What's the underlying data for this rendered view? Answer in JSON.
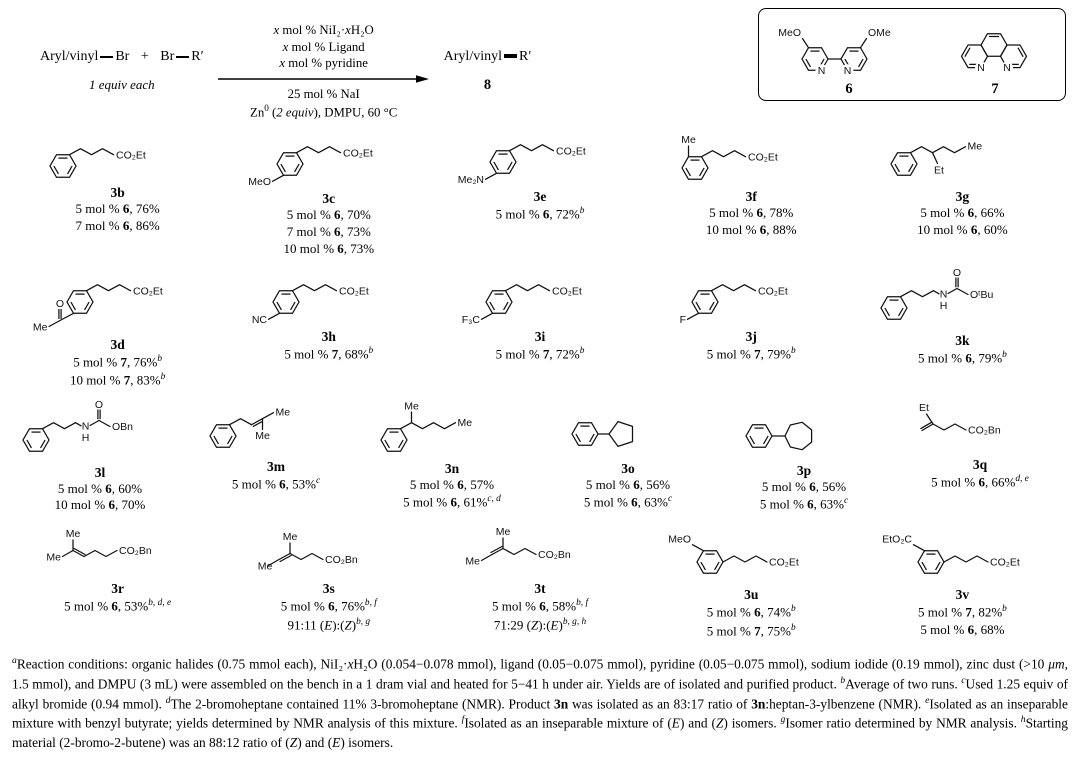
{
  "scheme": {
    "r1_left": "Aryl/vinyl",
    "r1_right": "Br",
    "plus": "+",
    "r2_left": "Br",
    "r2_right": "R′",
    "equiv": "1 equiv each",
    "above": [
      [
        [
          "x",
          "i"
        ],
        [
          " mol % NiI₂·",
          "n"
        ],
        [
          "x",
          "i"
        ],
        [
          "H₂O",
          "n"
        ]
      ],
      [
        [
          "x",
          "i"
        ],
        [
          " mol % Ligand",
          "n"
        ]
      ],
      [
        [
          "x",
          "i"
        ],
        [
          " mol % pyridine",
          "n"
        ]
      ]
    ],
    "below": [
      [
        [
          "25 mol % NaI",
          "n"
        ]
      ],
      [
        [
          "Zn",
          "n"
        ],
        [
          "0",
          "p"
        ],
        [
          " (",
          "n"
        ],
        [
          "2 equiv",
          "i"
        ],
        [
          "), DMPU, 60 °C",
          "n"
        ]
      ]
    ],
    "p_left": "Aryl/vinyl",
    "p_right": "R′",
    "p_num": "8"
  },
  "ligands": {
    "l6": {
      "num": "6",
      "meo": "MeO",
      "ome": "OMe",
      "n1": "N",
      "n2": "N"
    },
    "l7": {
      "num": "7",
      "n1": "N",
      "n2": "N"
    }
  },
  "compounds": [
    {
      "id": "3b",
      "labels": {
        "ester": "CO₂Et"
      },
      "yields": [
        [
          [
            "5 mol % ",
            "n"
          ],
          [
            "6",
            "b"
          ],
          [
            ", 76%",
            "n"
          ]
        ],
        [
          [
            "7 mol % ",
            "n"
          ],
          [
            "6",
            "b"
          ],
          [
            ", 86%",
            "n"
          ]
        ]
      ]
    },
    {
      "id": "3c",
      "labels": {
        "sub": "MeO",
        "ester": "CO₂Et"
      },
      "yields": [
        [
          [
            "5 mol % ",
            "n"
          ],
          [
            "6",
            "b"
          ],
          [
            ", 70%",
            "n"
          ]
        ],
        [
          [
            "7 mol % ",
            "n"
          ],
          [
            "6",
            "b"
          ],
          [
            ", 73%",
            "n"
          ]
        ],
        [
          [
            "10 mol % ",
            "n"
          ],
          [
            "6",
            "b"
          ],
          [
            ", 73%",
            "n"
          ]
        ]
      ]
    },
    {
      "id": "3e",
      "labels": {
        "sub": "Me₂N",
        "ester": "CO₂Et"
      },
      "yields": [
        [
          [
            "5 mol % ",
            "n"
          ],
          [
            "6",
            "b"
          ],
          [
            ", 72%",
            "n"
          ],
          [
            "b",
            "s"
          ]
        ]
      ]
    },
    {
      "id": "3f",
      "labels": {
        "sub": "Me",
        "ester": "CO₂Et"
      },
      "yields": [
        [
          [
            "5 mol % ",
            "n"
          ],
          [
            "6",
            "b"
          ],
          [
            ", 78%",
            "n"
          ]
        ],
        [
          [
            "10 mol % ",
            "n"
          ],
          [
            "6",
            "b"
          ],
          [
            ", 88%",
            "n"
          ]
        ]
      ]
    },
    {
      "id": "3g",
      "labels": {
        "et": "Et",
        "me": "Me"
      },
      "yields": [
        [
          [
            "5 mol % ",
            "n"
          ],
          [
            "6",
            "b"
          ],
          [
            ", 66%",
            "n"
          ]
        ],
        [
          [
            "10 mol % ",
            "n"
          ],
          [
            "6",
            "b"
          ],
          [
            ", 60%",
            "n"
          ]
        ]
      ]
    },
    {
      "id": "3d",
      "labels": {
        "me": "Me",
        "o": "O",
        "ester": "CO₂Et"
      },
      "yields": [
        [
          [
            "5 mol % ",
            "n"
          ],
          [
            "7",
            "b"
          ],
          [
            ", 76%",
            "n"
          ],
          [
            "b",
            "s"
          ]
        ],
        [
          [
            "10 mol % ",
            "n"
          ],
          [
            "7",
            "b"
          ],
          [
            ", 83%",
            "n"
          ],
          [
            "b",
            "s"
          ]
        ]
      ]
    },
    {
      "id": "3h",
      "labels": {
        "sub": "NC",
        "ester": "CO₂Et"
      },
      "yields": [
        [
          [
            "5 mol % ",
            "n"
          ],
          [
            "7",
            "b"
          ],
          [
            ", 68%",
            "n"
          ],
          [
            "b",
            "s"
          ]
        ]
      ]
    },
    {
      "id": "3i",
      "labels": {
        "sub": "F₃C",
        "ester": "CO₂Et"
      },
      "yields": [
        [
          [
            "5 mol % ",
            "n"
          ],
          [
            "7",
            "b"
          ],
          [
            ", 72%",
            "n"
          ],
          [
            "b",
            "s"
          ]
        ]
      ]
    },
    {
      "id": "3j",
      "labels": {
        "sub": "F",
        "ester": "CO₂Et"
      },
      "yields": [
        [
          [
            "5 mol % ",
            "n"
          ],
          [
            "7",
            "b"
          ],
          [
            ", 79%",
            "n"
          ],
          [
            "b",
            "s"
          ]
        ]
      ]
    },
    {
      "id": "3k",
      "labels": {
        "n": "N",
        "h": "H",
        "o": "O",
        "or": "OᵗBu"
      },
      "yields": [
        [
          [
            "5 mol % ",
            "n"
          ],
          [
            "6",
            "b"
          ],
          [
            ", 79%",
            "n"
          ],
          [
            "b",
            "s"
          ]
        ]
      ]
    },
    {
      "id": "3l",
      "labels": {
        "n": "N",
        "h": "H",
        "o": "O",
        "or": "OBn"
      },
      "yields": [
        [
          [
            "5 mol % ",
            "n"
          ],
          [
            "6",
            "b"
          ],
          [
            ", 60%",
            "n"
          ]
        ],
        [
          [
            "10 mol % ",
            "n"
          ],
          [
            "6",
            "b"
          ],
          [
            ", 70%",
            "n"
          ]
        ]
      ]
    },
    {
      "id": "3m",
      "labels": {
        "me1": "Me",
        "me2": "Me"
      },
      "yields": [
        [
          [
            "5 mol % ",
            "n"
          ],
          [
            "6",
            "b"
          ],
          [
            ", 53%",
            "n"
          ],
          [
            "c",
            "s"
          ]
        ]
      ]
    },
    {
      "id": "3n",
      "labels": {
        "me1": "Me",
        "me2": "Me"
      },
      "yields": [
        [
          [
            "5 mol % ",
            "n"
          ],
          [
            "6",
            "b"
          ],
          [
            ", 57%",
            "n"
          ]
        ],
        [
          [
            "5 mol % ",
            "n"
          ],
          [
            "6",
            "b"
          ],
          [
            ", 61%",
            "n"
          ],
          [
            "c, d",
            "s"
          ]
        ]
      ]
    },
    {
      "id": "3o",
      "labels": {},
      "yields": [
        [
          [
            "5 mol % ",
            "n"
          ],
          [
            "6",
            "b"
          ],
          [
            ", 56%",
            "n"
          ]
        ],
        [
          [
            "5 mol % ",
            "n"
          ],
          [
            "6",
            "b"
          ],
          [
            ", 63%",
            "n"
          ],
          [
            "c",
            "s"
          ]
        ]
      ]
    },
    {
      "id": "3p",
      "labels": {},
      "yields": [
        [
          [
            "5 mol % ",
            "n"
          ],
          [
            "6",
            "b"
          ],
          [
            ", 56%",
            "n"
          ]
        ],
        [
          [
            "5 mol % ",
            "n"
          ],
          [
            "6",
            "b"
          ],
          [
            ", 63%",
            "n"
          ],
          [
            "c",
            "s"
          ]
        ]
      ]
    },
    {
      "id": "3q",
      "labels": {
        "et": "Et",
        "ester": "CO₂Bn"
      },
      "yields": [
        [
          [
            "5 mol % ",
            "n"
          ],
          [
            "6",
            "b"
          ],
          [
            ", 66%",
            "n"
          ],
          [
            "d, e",
            "s"
          ]
        ]
      ]
    },
    {
      "id": "3r",
      "labels": {
        "me1": "Me",
        "me2": "Me",
        "ester": "CO₂Bn"
      },
      "yields": [
        [
          [
            "5 mol % ",
            "n"
          ],
          [
            "6",
            "b"
          ],
          [
            ", 53%",
            "n"
          ],
          [
            "b, d, e",
            "s"
          ]
        ]
      ]
    },
    {
      "id": "3s",
      "labels": {
        "me1": "Me",
        "me2": "Me",
        "ester": "CO₂Bn"
      },
      "yields": [
        [
          [
            "5 mol % ",
            "n"
          ],
          [
            "6",
            "b"
          ],
          [
            ", 76%",
            "n"
          ],
          [
            "b, f",
            "s"
          ]
        ],
        [
          [
            "91:11 (",
            "n"
          ],
          [
            "E",
            "i"
          ],
          [
            "):(",
            "n"
          ],
          [
            "Z",
            "i"
          ],
          [
            ")",
            "n"
          ],
          [
            "b, g",
            "s"
          ]
        ]
      ]
    },
    {
      "id": "3t",
      "labels": {
        "me1": "Me",
        "me2": "Me",
        "ester": "CO₂Bn"
      },
      "yields": [
        [
          [
            "5 mol % ",
            "n"
          ],
          [
            "6",
            "b"
          ],
          [
            ", 58%",
            "n"
          ],
          [
            "b, f",
            "s"
          ]
        ],
        [
          [
            "71:29 (",
            "n"
          ],
          [
            "Z",
            "i"
          ],
          [
            "):(",
            "n"
          ],
          [
            "E",
            "i"
          ],
          [
            ")",
            "n"
          ],
          [
            "b, g, h",
            "s"
          ]
        ]
      ]
    },
    {
      "id": "3u",
      "labels": {
        "sub": "MeO",
        "ester": "CO₂Et"
      },
      "yields": [
        [
          [
            "5 mol % ",
            "n"
          ],
          [
            "6",
            "b"
          ],
          [
            ", 74%",
            "n"
          ],
          [
            "b",
            "s"
          ]
        ],
        [
          [
            "5 mol % ",
            "n"
          ],
          [
            "7",
            "b"
          ],
          [
            ", 75%",
            "n"
          ],
          [
            "b",
            "s"
          ]
        ]
      ]
    },
    {
      "id": "3v",
      "labels": {
        "sub": "EtO₂C",
        "ester": "CO₂Et"
      },
      "yields": [
        [
          [
            "5 mol % ",
            "n"
          ],
          [
            "7",
            "b"
          ],
          [
            ", 82%",
            "n"
          ],
          [
            "b",
            "s"
          ]
        ],
        [
          [
            "5 mol % ",
            "n"
          ],
          [
            "6",
            "b"
          ],
          [
            ", 68%",
            "n"
          ]
        ]
      ]
    }
  ],
  "footnotes": [
    [
      "a",
      "s"
    ],
    [
      "Reaction conditions: organic halides (0.75 mmol each), NiI₂·",
      "n"
    ],
    [
      "x",
      "i"
    ],
    [
      "H₂O (0.054−0.078 mmol), ligand (0.05−0.075 mmol), pyridine (0.05−0.075 mmol), sodium iodide (0.19 mmol), zinc dust (>10 ",
      "n"
    ],
    [
      "μm",
      "i"
    ],
    [
      ", 1.5 mmol), and DMPU (3 mL) were assembled on the bench in a 1 dram vial and heated for 5−41 h under air. Yields are of isolated and purified product. ",
      "n"
    ],
    [
      "b",
      "s"
    ],
    [
      "Average of two runs. ",
      "n"
    ],
    [
      "c",
      "s"
    ],
    [
      "Used 1.25 equiv of alkyl bromide (0.94 mmol). ",
      "n"
    ],
    [
      "d",
      "s"
    ],
    [
      "The 2-bromoheptane contained 11% 3-bromoheptane (NMR). Product ",
      "n"
    ],
    [
      "3n",
      "b"
    ],
    [
      " was isolated as an 83:17 ratio of ",
      "n"
    ],
    [
      "3n",
      "b"
    ],
    [
      ":heptan-3-ylbenzene (NMR). ",
      "n"
    ],
    [
      "e",
      "s"
    ],
    [
      "Isolated as an inseparable mixture with benzyl butyrate; yields determined by NMR analysis of this mixture. ",
      "n"
    ],
    [
      "f",
      "s"
    ],
    [
      "Isolated as an inseparable mixture of (",
      "n"
    ],
    [
      "E",
      "i"
    ],
    [
      ") and (",
      "n"
    ],
    [
      "Z",
      "i"
    ],
    [
      ") isomers. ",
      "n"
    ],
    [
      "g",
      "s"
    ],
    [
      "Isomer ratio determined by NMR analysis. ",
      "n"
    ],
    [
      "h",
      "s"
    ],
    [
      "Starting material (2-bromo-2-butene) was an 88:12 ratio of (",
      "n"
    ],
    [
      "Z",
      "i"
    ],
    [
      ") and (",
      "n"
    ],
    [
      "E",
      "i"
    ],
    [
      ") isomers.",
      "n"
    ]
  ]
}
